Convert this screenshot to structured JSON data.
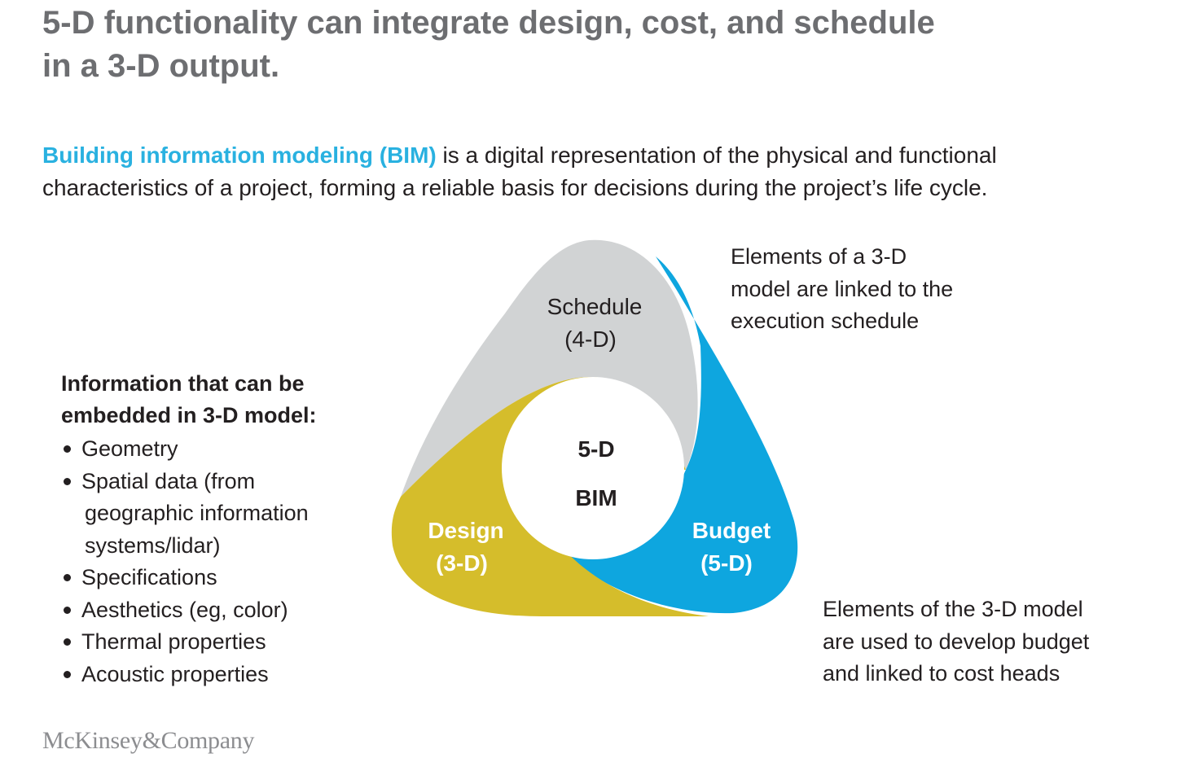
{
  "title": {
    "line1": "5-D functionality can integrate design, cost, and schedule",
    "line2": "in a 3-D output."
  },
  "intro": {
    "term": "Building information modeling (BIM)",
    "line1_rest": " is a digital representation of the physical and functional",
    "line2": "characteristics of a project, forming a reliable basis for decisions during the project’s life cycle."
  },
  "info": {
    "heading_line1": "Information that can be",
    "heading_line2": "embedded in 3-D model:",
    "items": [
      {
        "lines": [
          "Geometry"
        ]
      },
      {
        "lines": [
          "Spatial data (from",
          "geographic information",
          "systems/lidar)"
        ]
      },
      {
        "lines": [
          "Specifications"
        ]
      },
      {
        "lines": [
          "Aesthetics (eg, color)"
        ]
      },
      {
        "lines": [
          "Thermal properties"
        ]
      },
      {
        "lines": [
          "Acoustic properties"
        ]
      }
    ]
  },
  "diagram": {
    "center_line1": "5-D",
    "center_line2": "BIM",
    "schedule": {
      "line1": "Schedule",
      "line2": "(4-D)",
      "color": "#d1d3d4"
    },
    "design": {
      "line1": "Design",
      "line2": "(3-D)",
      "color": "#d5bd2b"
    },
    "budget": {
      "line1": "Budget",
      "line2": "(5-D)",
      "color": "#0ea6df"
    }
  },
  "notes": {
    "schedule": [
      "Elements of a 3-D",
      "model are linked to the",
      "execution schedule"
    ],
    "budget": [
      "Elements of the 3-D model",
      "are used to develop budget",
      "and linked to cost heads"
    ]
  },
  "logo": "McKinsey&Company",
  "colors": {
    "title": "#6d6e71",
    "accent": "#29b1e0",
    "text": "#231f20",
    "logo": "#8c8d90"
  }
}
